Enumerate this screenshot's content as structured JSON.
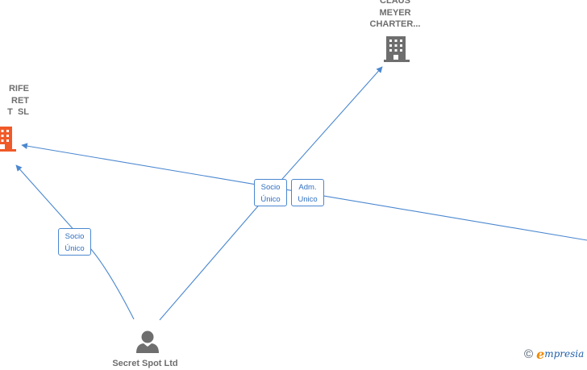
{
  "nodes": {
    "claus": {
      "label": "CLAUS\nMEYER\nCHARTER...",
      "icon": "building-icon",
      "color": "#6e6e6e"
    },
    "rife": {
      "label": "RIFE\nRET\nT  SL",
      "icon": "building-icon",
      "color": "#f05a28"
    },
    "person": {
      "label": "Secret Spot Ltd",
      "icon": "person-icon",
      "color": "#6e6e6e"
    }
  },
  "edges": [
    {
      "from": "person",
      "to": "rife",
      "role_line1": "Socio",
      "role_line2": "Único"
    },
    {
      "from": "person",
      "to": "claus",
      "role_line1": "Socio",
      "role_line2": "Único"
    },
    {
      "from": "offscreen-right",
      "to": "rife",
      "role_line1": "Adm.",
      "role_line2": "Unico"
    }
  ],
  "edge_color": "#4a87d0",
  "brand": {
    "copyright": "©",
    "initial": "e",
    "rest": "mpresia"
  }
}
